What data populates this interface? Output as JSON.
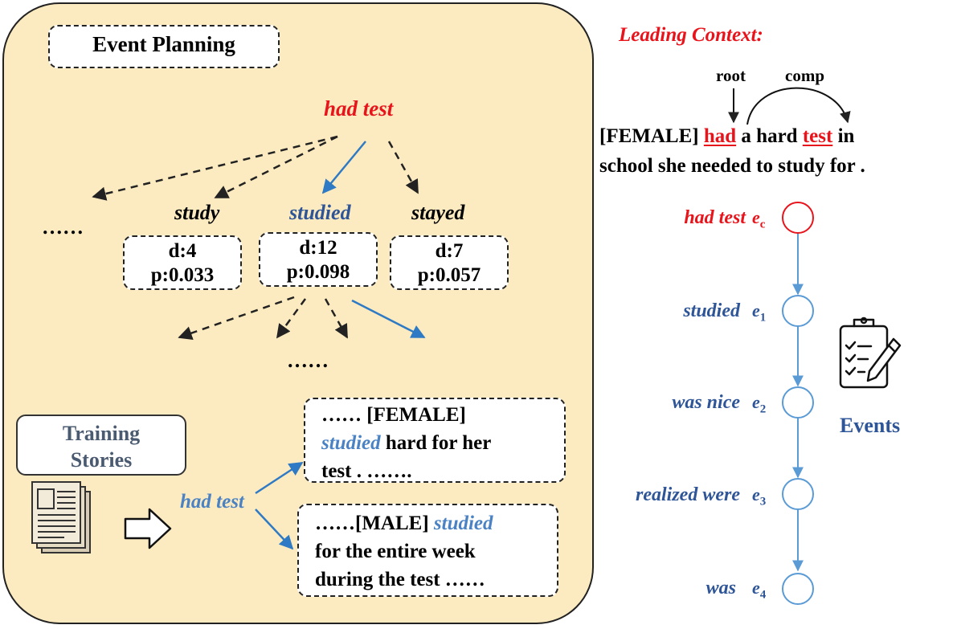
{
  "left_panel": {
    "title": "Event Planning",
    "root_event": "had test",
    "ellipsis_left": "……",
    "ellipsis_mid": "……",
    "candidates": [
      {
        "label": "study",
        "d": "d:4",
        "p": "p:0.033"
      },
      {
        "label": "studied",
        "d": "d:12",
        "p": "p:0.098"
      },
      {
        "label": "stayed",
        "d": "d:7",
        "p": "p:0.057"
      }
    ],
    "training": {
      "title_line1": "Training",
      "title_line2": "Stories",
      "document_icon": "newspaper-icon",
      "arrow_icon": "hollow-arrow-icon",
      "event": "had test",
      "story1": {
        "l1_pre": "…… [FEMALE]",
        "l2_kw": "studied",
        "l2_rest": " hard for her",
        "l3": "test . ……."
      },
      "story2": {
        "l1_pre": "……[MALE] ",
        "l1_kw": "studied",
        "l2": "for the entire week",
        "l3": "during the test ……"
      }
    }
  },
  "right_panel": {
    "leading_title": "Leading Context:",
    "dep_root": "root",
    "dep_comp": "comp",
    "sentence": {
      "w1": "[FEMALE] ",
      "w2": "had",
      "w3": " a hard ",
      "w4": "test",
      "w5": " in",
      "line2": "school she needed to study for ."
    },
    "chain": [
      {
        "label": "had test",
        "sym": "e",
        "sub": "c"
      },
      {
        "label": "studied",
        "sym": "e",
        "sub": "1"
      },
      {
        "label": "was nice",
        "sym": "e",
        "sub": "2"
      },
      {
        "label": "realized were",
        "sym": "e",
        "sub": "3"
      },
      {
        "label": "was",
        "sym": "e",
        "sub": "4"
      }
    ],
    "events_label": "Events",
    "events_icon": "clipboard-icon"
  },
  "colors": {
    "red": "#e8141b",
    "blue": "#2e5597",
    "light_blue": "#4a82c4",
    "panel_fill": "#fcebc0",
    "node_stroke": "#5b9bd5"
  }
}
